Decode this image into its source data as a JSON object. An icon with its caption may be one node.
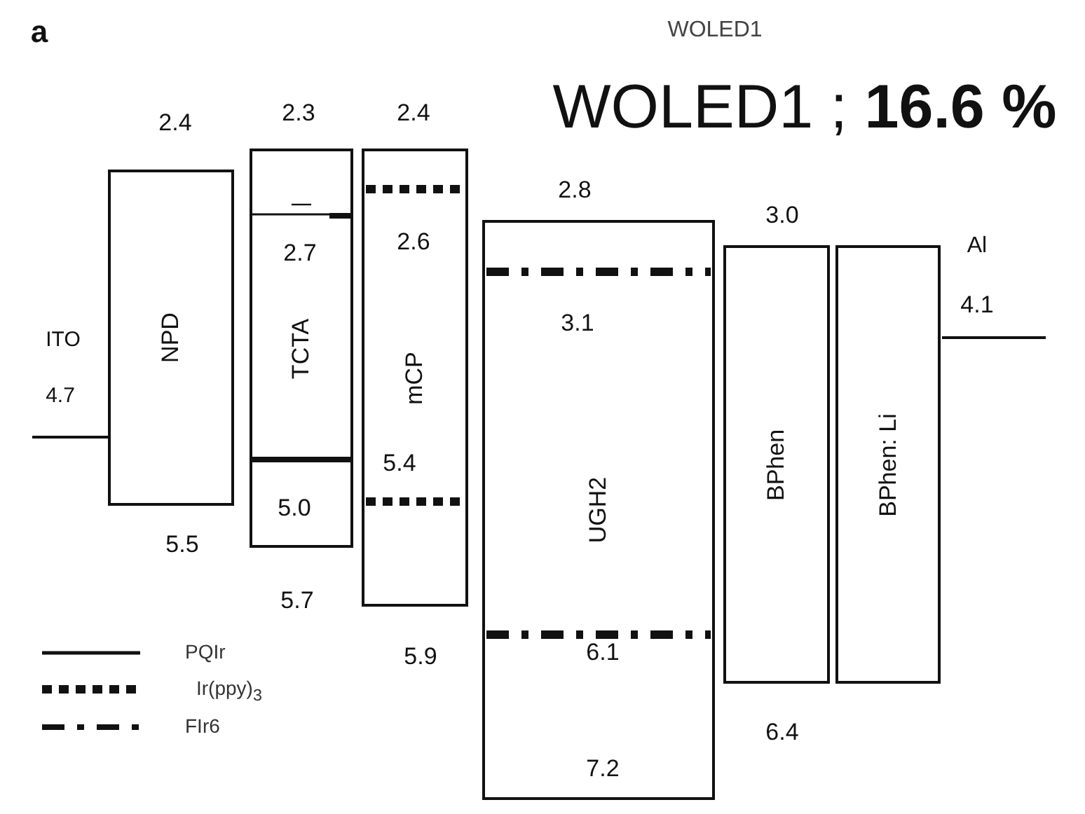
{
  "diagram": {
    "nodes": [
      {
        "text": [
          "NPD"
        ]
      },
      {
        "text": [
          "TCTA"
        ]
      },
      {
        "text": [
          "mCP"
        ]
      },
      {
        "text": [
          "UGH2"
        ]
      },
      {
        "text": [
          "BPhen"
        ]
      },
      {
        "text": [
          "BPhen: Li"
        ]
      }
    ],
    "labels": [
      "a",
      "WOLED1",
      "WOLED1 ; **16.6 %**",
      "2.4",
      "2.3",
      "2.4",
      "2.8",
      "3.0",
      "Al",
      "2.7",
      "2.6",
      "4.1",
      "3.1",
      "ITO",
      "4.7",
      "5.4",
      "5.0",
      "5.5",
      "5.7",
      "5.9",
      "6.1",
      "6.4",
      "7.2"
    ],
    "legend": [
      {
        "text": "PQIr"
      },
      {
        "text": "Ir(ppy)$_{3}$"
      },
      {
        "text": "FIr6"
      }
    ]
  }
}
